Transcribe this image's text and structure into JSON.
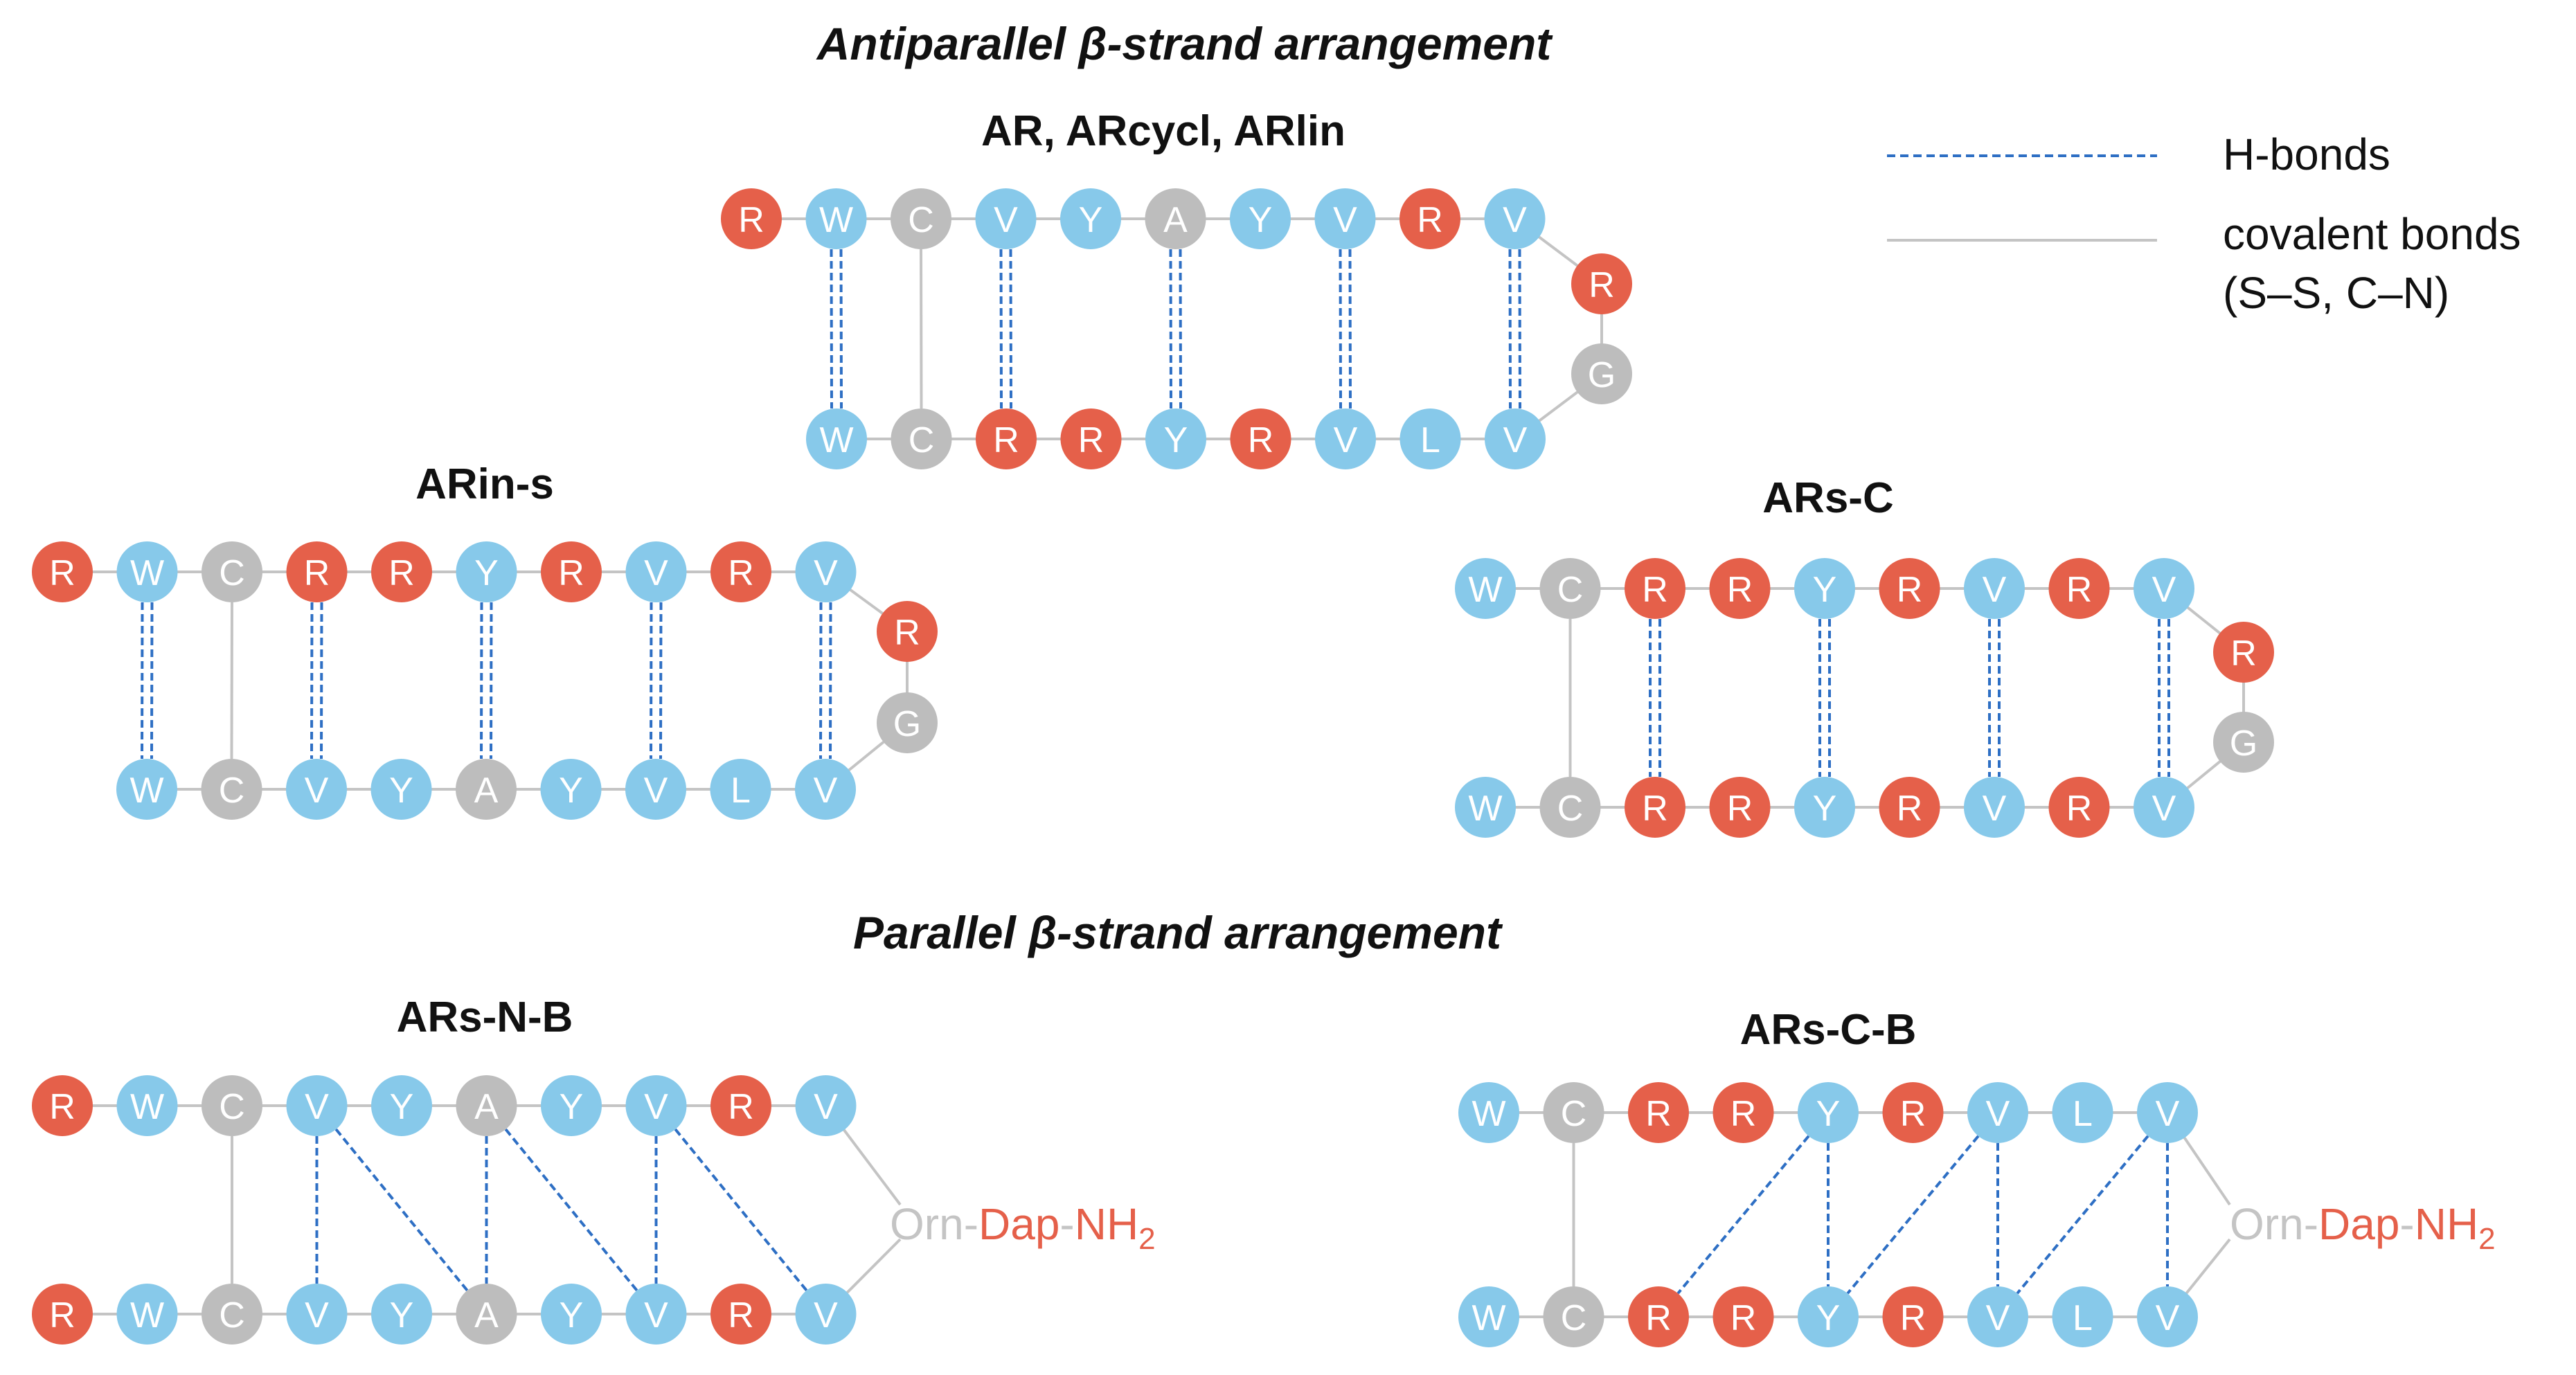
{
  "headings": {
    "antiparallel": "Antiparallel β-strand arrangement",
    "parallel": "Parallel β-strand arrangement"
  },
  "legend": {
    "hbonds": "H-bonds",
    "covalent_line1": "covalent bonds",
    "covalent_line2": "(S–S, C–N)"
  },
  "colors": {
    "hydrophobic": "#87c9ea",
    "cationic": "#e5604a",
    "other": "#bdbdbd",
    "hbond": "#2e6fc4",
    "covalent": "#c4c4c4"
  },
  "panels": [
    {
      "id": "ar",
      "title": "AR, ARcycl, ARlin",
      "top_strand": [
        "R",
        "W",
        "C",
        "V",
        "Y",
        "A",
        "Y",
        "V",
        "R",
        "V"
      ],
      "top_colors": [
        "cationic",
        "hydrophobic",
        "other",
        "hydrophobic",
        "hydrophobic",
        "other",
        "hydrophobic",
        "hydrophobic",
        "cationic",
        "hydrophobic"
      ],
      "turn": [
        "R",
        "G"
      ],
      "turn_colors": [
        "cationic",
        "other"
      ],
      "bottom_strand": [
        "W",
        "C",
        "R",
        "R",
        "Y",
        "R",
        "V",
        "L",
        "V"
      ],
      "bottom_colors": [
        "hydrophobic",
        "other",
        "cationic",
        "cationic",
        "hydrophobic",
        "cationic",
        "hydrophobic",
        "hydrophobic",
        "hydrophobic"
      ]
    },
    {
      "id": "arin-s",
      "title": "ARin-s",
      "top_strand": [
        "R",
        "W",
        "C",
        "R",
        "R",
        "Y",
        "R",
        "V",
        "R",
        "V"
      ],
      "top_colors": [
        "cationic",
        "hydrophobic",
        "other",
        "cationic",
        "cationic",
        "hydrophobic",
        "cationic",
        "hydrophobic",
        "cationic",
        "hydrophobic"
      ],
      "turn": [
        "R",
        "G"
      ],
      "turn_colors": [
        "cationic",
        "other"
      ],
      "bottom_strand": [
        "W",
        "C",
        "V",
        "Y",
        "A",
        "Y",
        "V",
        "L",
        "V"
      ],
      "bottom_colors": [
        "hydrophobic",
        "other",
        "hydrophobic",
        "hydrophobic",
        "other",
        "hydrophobic",
        "hydrophobic",
        "hydrophobic",
        "hydrophobic"
      ]
    },
    {
      "id": "ars-c",
      "title": "ARs-C",
      "top_strand": [
        "W",
        "C",
        "R",
        "R",
        "Y",
        "R",
        "V",
        "R",
        "V"
      ],
      "top_colors": [
        "hydrophobic",
        "other",
        "cationic",
        "cationic",
        "hydrophobic",
        "cationic",
        "hydrophobic",
        "cationic",
        "hydrophobic"
      ],
      "turn": [
        "R",
        "G"
      ],
      "turn_colors": [
        "cationic",
        "other"
      ],
      "bottom_strand": [
        "W",
        "C",
        "R",
        "R",
        "Y",
        "R",
        "V",
        "R",
        "V"
      ],
      "bottom_colors": [
        "hydrophobic",
        "other",
        "cationic",
        "cationic",
        "hydrophobic",
        "cationic",
        "hydrophobic",
        "cationic",
        "hydrophobic"
      ]
    },
    {
      "id": "ars-n-b",
      "title": "ARs-N-B",
      "top_strand": [
        "R",
        "W",
        "C",
        "V",
        "Y",
        "A",
        "Y",
        "V",
        "R",
        "V"
      ],
      "top_colors": [
        "cationic",
        "hydrophobic",
        "other",
        "hydrophobic",
        "hydrophobic",
        "other",
        "hydrophobic",
        "hydrophobic",
        "cationic",
        "hydrophobic"
      ],
      "bottom_strand": [
        "R",
        "W",
        "C",
        "V",
        "Y",
        "A",
        "Y",
        "V",
        "R",
        "V"
      ],
      "bottom_colors": [
        "cationic",
        "hydrophobic",
        "other",
        "hydrophobic",
        "hydrophobic",
        "other",
        "hydrophobic",
        "hydrophobic",
        "cationic",
        "hydrophobic"
      ],
      "linker": {
        "orn": "Orn",
        "dap": "Dap",
        "nh": "NH",
        "sub": "2"
      }
    },
    {
      "id": "ars-c-b",
      "title": "ARs-C-B",
      "top_strand": [
        "W",
        "C",
        "R",
        "R",
        "Y",
        "R",
        "V",
        "L",
        "V"
      ],
      "top_colors": [
        "hydrophobic",
        "other",
        "cationic",
        "cationic",
        "hydrophobic",
        "cationic",
        "hydrophobic",
        "hydrophobic",
        "hydrophobic"
      ],
      "bottom_strand": [
        "W",
        "C",
        "R",
        "R",
        "Y",
        "R",
        "V",
        "L",
        "V"
      ],
      "bottom_colors": [
        "hydrophobic",
        "other",
        "cationic",
        "cationic",
        "hydrophobic",
        "cationic",
        "hydrophobic",
        "hydrophobic",
        "hydrophobic"
      ],
      "linker": {
        "orn": "Orn",
        "dap": "Dap",
        "nh": "NH",
        "sub": "2"
      }
    }
  ]
}
